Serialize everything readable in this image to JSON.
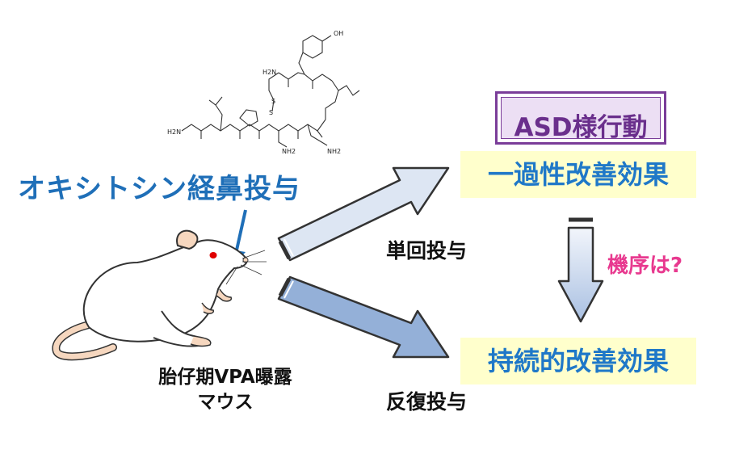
{
  "treatment": {
    "title": "オキシトシン経鼻投与"
  },
  "mouse": {
    "line1": "胎仔期VPA曝露",
    "line2": "マウス"
  },
  "routes": {
    "single": "単回投与",
    "repeated": "反復投与"
  },
  "asd_box": {
    "label": "ASD様行動"
  },
  "results": {
    "single": "一過性改善効果",
    "sustained": "持続的改善効果"
  },
  "mechanism": {
    "label": "機序は?"
  },
  "colors": {
    "title_blue": "#1f6fb8",
    "result_blue": "#1f78c8",
    "highlight_yellow": "#ffffcc",
    "asd_purple": "#6a2f8c",
    "asd_fill": "#ecdff4",
    "mechanism_pink": "#e8398f",
    "arrow_light": "#dde6f3",
    "arrow_dark": "#94b0d8"
  },
  "structure": {
    "icon": "oxytocin-structure-icon",
    "atom_labels": [
      "OH",
      "H2N",
      "S",
      "S",
      "H2N",
      "NH2",
      "NH2"
    ]
  }
}
